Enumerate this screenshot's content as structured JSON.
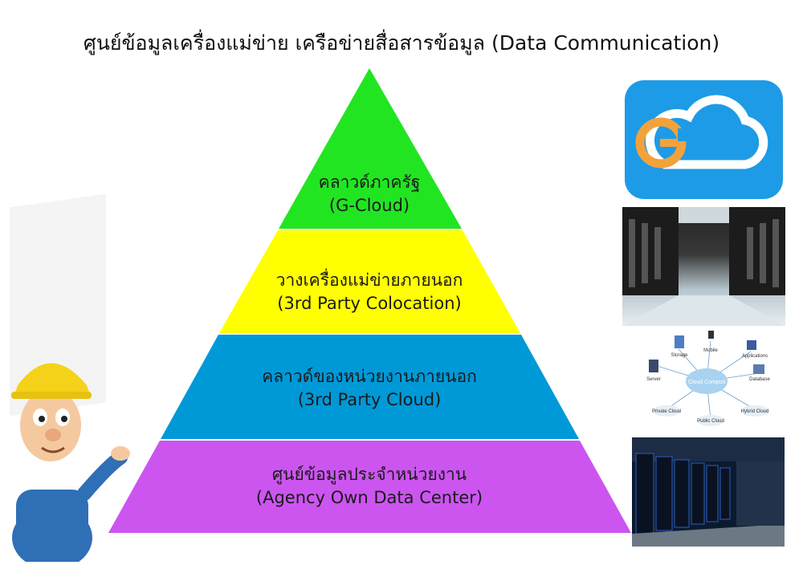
{
  "title": "ศูนย์ข้อมูลเครื่องแม่ข่าย เครือข่ายสื่อสารข้อมูล (Data Communication)",
  "tiers": [
    {
      "th": "คลาวด์ภาครัฐ",
      "en": "(G-Cloud)",
      "color": "#22e522"
    },
    {
      "th": "วางเครื่องแม่ข่ายภายนอก",
      "en": "(3rd Party Colocation)",
      "color": "#ffff00"
    },
    {
      "th": "คลาวด์ของหน่วยงานภายนอก",
      "en": "(3rd Party Cloud)",
      "color": "#0099d8"
    },
    {
      "th": "ศูนย์ข้อมูลประจำหน่วยงาน",
      "en": "(Agency Own Data Center)",
      "color": "#cc55f0"
    }
  ],
  "cloud_diagram": {
    "center": "Cloud Computi",
    "nodes": [
      "Mobile",
      "Storage",
      "Applications",
      "Server",
      "Database",
      "Private Cloud",
      "Hybrid Cloud",
      "Public Cloud"
    ]
  }
}
